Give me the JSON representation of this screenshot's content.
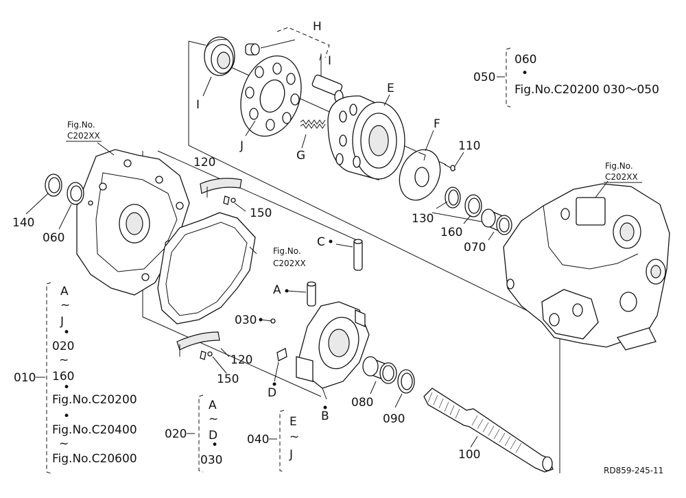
{
  "callouts": {
    "A": "A",
    "B": "B",
    "C": "C",
    "D": "D",
    "E": "E",
    "F": "F",
    "G": "G",
    "H": "H",
    "I_top": "I",
    "I_left": "I",
    "J": "J",
    "p110": "110",
    "p120_top": "120",
    "p120_bottom": "120",
    "p130": "130",
    "p140": "140",
    "p150_top": "150",
    "p150_bottom": "150",
    "p160": "160",
    "p060": "060",
    "p070": "070",
    "p080": "080",
    "p090": "090",
    "p100": "100",
    "p030": "030"
  },
  "fig_refs": {
    "left_top": [
      "Fig.No.",
      "C202XX"
    ],
    "gasket": [
      "Fig.No.",
      "C202XX"
    ],
    "right": [
      "Fig.No.",
      "C202XX"
    ]
  },
  "groups": {
    "g050": {
      "label": "050",
      "lines": [
        "060",
        "•",
        "Fig.No.C20200 030～050"
      ]
    },
    "g010": {
      "label": "010",
      "lines": [
        "A",
        "~",
        "J",
        "•",
        "020",
        "~",
        "160",
        "•",
        "Fig.No.C20200",
        "•",
        "Fig.No.C20400",
        "~",
        "Fig.No.C20600"
      ]
    },
    "g020": {
      "label": "020",
      "lines": [
        "A",
        "~",
        "D",
        "•",
        "030"
      ]
    },
    "g040": {
      "label": "040",
      "lines": [
        "E",
        "~",
        "J"
      ]
    }
  },
  "drawing_code": "RD859-245-11"
}
